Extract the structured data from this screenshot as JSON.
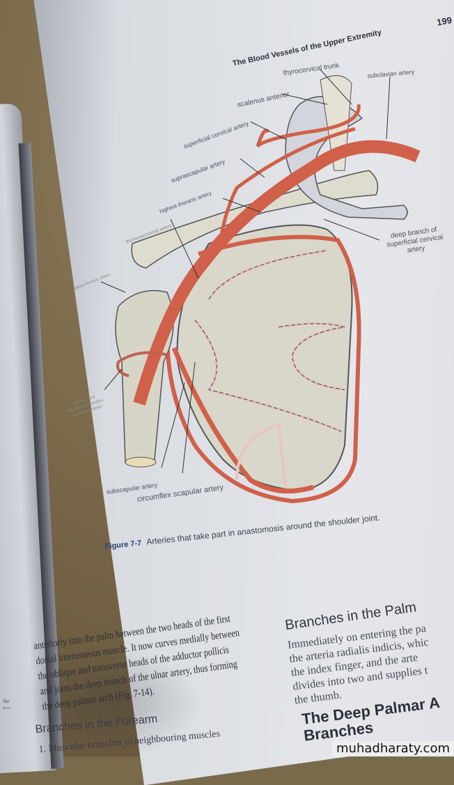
{
  "header": {
    "title": "The Blood Vessels of the Upper Extremity",
    "page_number": "199"
  },
  "figure": {
    "labels": {
      "thyrocervical_trunk": "thyrocervical trunk",
      "subclavian_artery": "subclavian artery",
      "scalenus_anterior": "scalenus anterior",
      "superficial_cervical_artery": "superficial cervical artery",
      "suprascapular_artery": "suprascapular artery",
      "highest_thoracic_artery": "highest thoracic artery",
      "thoracoacromial_artery": "thoracoacromial artery",
      "lateral_thoracic_artery": "lateral thoracic artery",
      "deep_branch_line1": "deep branch of",
      "deep_branch_line2": "superficial cervical",
      "deep_branch_line3": "artery",
      "circumflex_humeral_line1": "anterior and",
      "circumflex_humeral_line2": "posterior circumflex",
      "circumflex_humeral_line3": "humeral arteries",
      "subscapular_artery": "subscapular artery",
      "circumflex_scapular_artery": "circumflex scapular artery"
    },
    "caption_number": "Figure 7-7",
    "caption_text": "Arteries that take part in anastomosis around the shoulder joint.",
    "colors": {
      "artery": "#d0604a",
      "bone": "#d8d6c8",
      "anastomosis": "#e8c4c4"
    }
  },
  "left_column": {
    "lines": [
      "anteriorly into the palm between the two heads of the first",
      "dorsal interosseous muscle. It now curves medially between",
      "the oblique and transverse heads of the adductor pollicis",
      "and joins the deep branch of the ulnar artery, thus forming",
      "the deep palmar arch (Fig. 7-14)."
    ],
    "heading": "Branches in the Forearm",
    "partial_line": "1. Muscular branches to neighbouring muscles"
  },
  "right_column": {
    "heading": "Branches in the Palm",
    "lines": [
      "Immediately on entering the pa",
      "the arteria radialis indicis, whic",
      "the index finger, and the arte",
      "divides into two and supplies t",
      "the thumb."
    ],
    "heading2_line1": "The Deep Palmar A",
    "heading2_line2": "Branches"
  },
  "left_page_fragments": [
    "the",
    "ar to"
  ],
  "watermark": "muhadharaty.com"
}
